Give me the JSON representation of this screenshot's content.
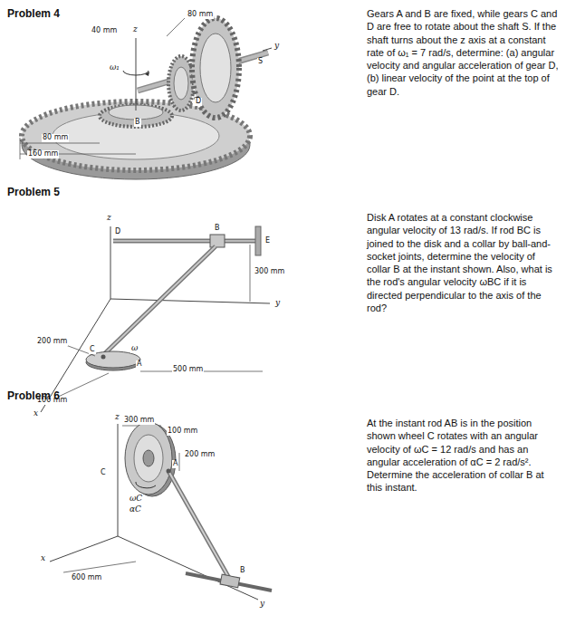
{
  "diagram": {
    "labels": [
      "Problem 4",
      "Gears A and B are fixed, while gears C and D are free to rotate about the shaft S. If the shaft turns about the z axis at a constant rate of ω₁ = 7 rad/s, determine: (a) angular velocity and angular acceleration of gear D, (b) linear velocity of the point at the top of gear D.",
      "z",
      "40 mm",
      "80 mm",
      "ω₁",
      "80 mm",
      "160 mm",
      "B",
      "D",
      "S",
      "y",
      "Problem 5",
      "Disk A rotates at a constant clockwise angular velocity of 13 rad/s. If rod BC is joined to the disk and a collar by ball-and-socket joints, determine the velocity of collar B at the instant shown. Also, what is the rod's angular velocity ωBC if it is directed perpendicular to the axis of the rod?",
      "z",
      "D",
      "B",
      "E",
      "300 mm",
      "y",
      "200 mm",
      "C",
      "ω",
      "A",
      "500 mm",
      "100 mm",
      "x",
      "Problem 6",
      "At the instant rod AB is in the position shown wheel C rotates with an angular velocity of ωC = 12 rad/s and has an angular acceleration of αC = 2 rad/s². Determine the acceleration of collar B at this instant.",
      "z",
      "300 mm",
      "100 mm",
      "200 mm",
      "A",
      "C",
      "ωC",
      "αC",
      "x",
      "600 mm",
      "B",
      "y"
    ]
  }
}
